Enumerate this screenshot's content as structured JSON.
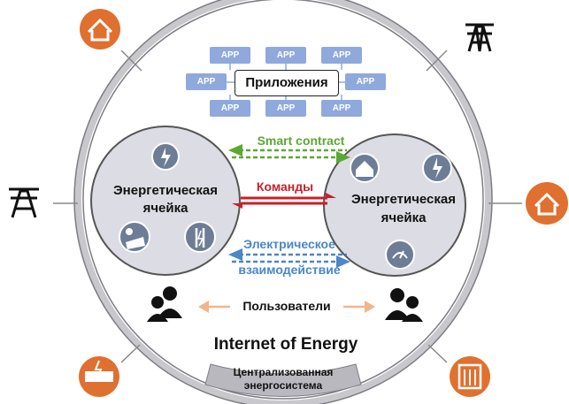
{
  "apps": {
    "title": "Приложения",
    "app_label": "APP",
    "boxes": [
      "APP",
      "APP",
      "APP",
      "APP",
      "APP",
      "APP",
      "APP",
      "APP"
    ]
  },
  "cells": {
    "left_line1": "Энергетическая",
    "left_line2": "ячейка",
    "right_line1": "Энергетическая",
    "right_line2": "ячейка"
  },
  "arrows": {
    "smart_contract": "Smart contract",
    "commands": "Команды",
    "electric_line1": "Электрическое",
    "electric_line2": "взаимодействие"
  },
  "users_label": "Пользователи",
  "internet_label": "Internet of Energy",
  "centralized": {
    "line1": "Централизованная",
    "line2": "энергосистема"
  },
  "colors": {
    "orange": "#e07030",
    "green": "#5aa832",
    "red": "#c8202a",
    "blue": "#4a86c8",
    "app_blue": "#8fa9dd",
    "cell_fill": "#dcdce4",
    "ring": "#c8c8cc",
    "peach": "#f2b48c"
  },
  "icons": [
    "house-icon",
    "pylon-icon",
    "plant-icon",
    "battery-icon",
    "solar-icon",
    "charging-icon",
    "factory-icon",
    "users-icon"
  ]
}
